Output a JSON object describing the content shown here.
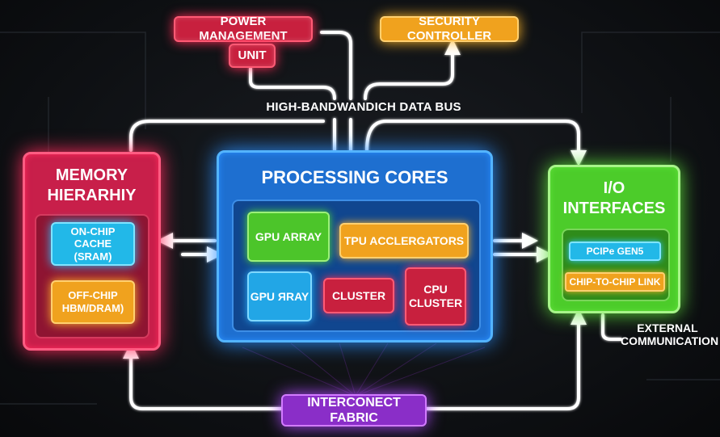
{
  "bus": {
    "label": "HIGH-BANDWANDICH DATA BUS"
  },
  "power": {
    "line1": "POWER MANAGEMENT",
    "line2": "UNIT"
  },
  "security": {
    "label": "SECURITY CONTROLLER"
  },
  "memory": {
    "title_line1": "MEMORY",
    "title_line2": "HIERARHIY",
    "cache_line1": "ON-CHIP CACHE",
    "cache_line2": "(SRAM)",
    "dram_line1": "OFF-CHIP",
    "dram_line2": "HBM/DRAM)"
  },
  "processing": {
    "title": "PROCESSING CORES",
    "gpu_array": "GPU ARRAY",
    "tpu": "TPU ACCLERGATORS",
    "gpu_ray": "GPU ЯRAY",
    "cluster": "CLUSTER",
    "cpu_line1": "CPU",
    "cpu_line2": "CLUSTER"
  },
  "io": {
    "title_line1": "I/O",
    "title_line2": "INTERFACES",
    "pcie": "PCIPe GEN5",
    "chip_link": "CHIP-TO-CHIP LINK"
  },
  "external": {
    "line1": "EXTERNAL",
    "line2": "COMMUNICATION"
  },
  "fabric": {
    "label": "INTERCONECT FABRIC"
  },
  "colors": {
    "memory": "#c8203e",
    "processing": "#1e78d8",
    "io": "#4ccc2a",
    "fabric": "#8a2ec8",
    "accent_orange": "#f0a21e",
    "cyan": "#22b8e8",
    "wire": "#ffffff"
  }
}
